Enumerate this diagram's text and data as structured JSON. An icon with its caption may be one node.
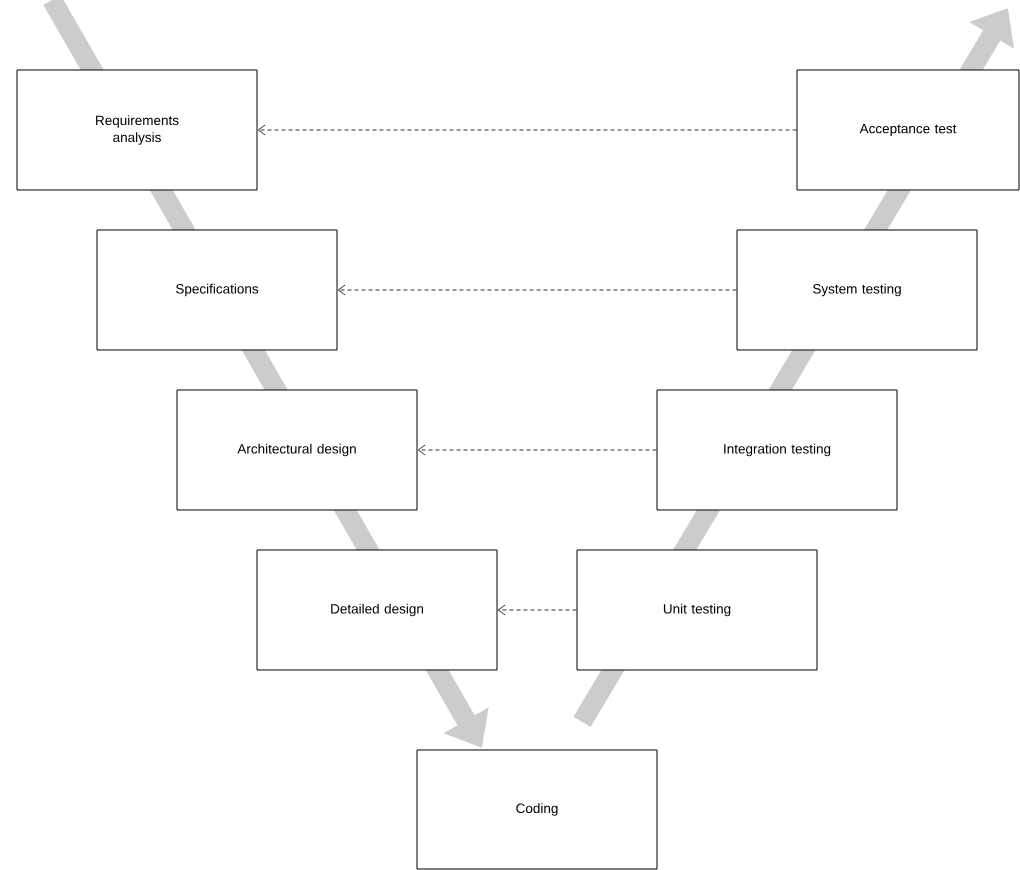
{
  "diagram": {
    "nodes": [
      {
        "text": [
          "Requirements analysis"
        ]
      },
      {
        "text": [
          "Specifications"
        ]
      },
      {
        "text": [
          "Architectural design"
        ]
      },
      {
        "text": [
          "Detailed design"
        ]
      },
      {
        "text": [
          "Coding"
        ]
      },
      {
        "text": [
          "Unit testing"
        ]
      },
      {
        "text": [
          "Integration testing"
        ]
      },
      {
        "text": [
          "System testing"
        ]
      },
      {
        "text": [
          "Acceptance test"
        ]
      }
    ],
    "edges": [
      {
        "from": 8,
        "to": 0,
        "arrow": "to",
        "style": "dashed"
      },
      {
        "from": 7,
        "to": 1,
        "arrow": "to",
        "style": "dashed"
      },
      {
        "from": 6,
        "to": 2,
        "arrow": "to",
        "style": "dashed"
      },
      {
        "from": 5,
        "to": 3,
        "arrow": "to",
        "style": "dashed"
      }
    ]
  }
}
